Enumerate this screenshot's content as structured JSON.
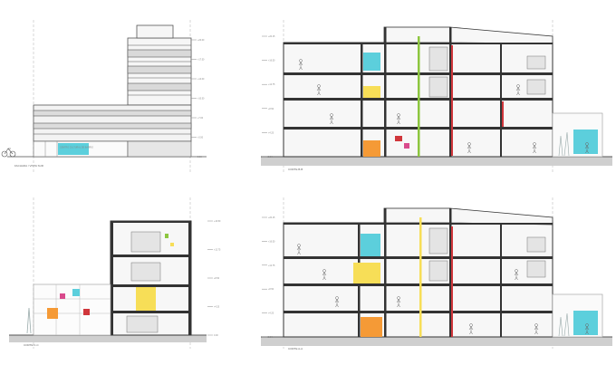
{
  "drawings": [
    {
      "id": "elevation-south",
      "title": "FACHADA / VISTA SUR",
      "sign": "CENTRO CULTURAL DE BARRIO",
      "levels": [
        "0.00",
        "+3.50",
        "+7.00",
        "+10.50",
        "+14.00",
        "+17.50",
        "+20.00"
      ]
    },
    {
      "id": "section-bb",
      "title": "CORTE B-B",
      "levels": [
        "0.00",
        "+4.25",
        "+8.50",
        "+12.75",
        "+16.50",
        "+20.15"
      ]
    },
    {
      "id": "section-cc",
      "title": "CORTE C-C",
      "levels": [
        "0.00",
        "+4.25",
        "+8.50",
        "+12.75",
        "+16.50"
      ]
    },
    {
      "id": "section-aa",
      "title": "CORTE A-A",
      "levels": [
        "0.00",
        "+4.25",
        "+8.50",
        "+12.75",
        "+16.50",
        "+20.15"
      ]
    }
  ],
  "colors": {
    "cyan": "#5ccfdc",
    "yellow": "#f7de57",
    "orange": "#f59a36",
    "red": "#d0363b",
    "green": "#8dc63f",
    "magenta": "#d94a8c",
    "wall": "#ededed",
    "ground": "#cfcfcf"
  }
}
